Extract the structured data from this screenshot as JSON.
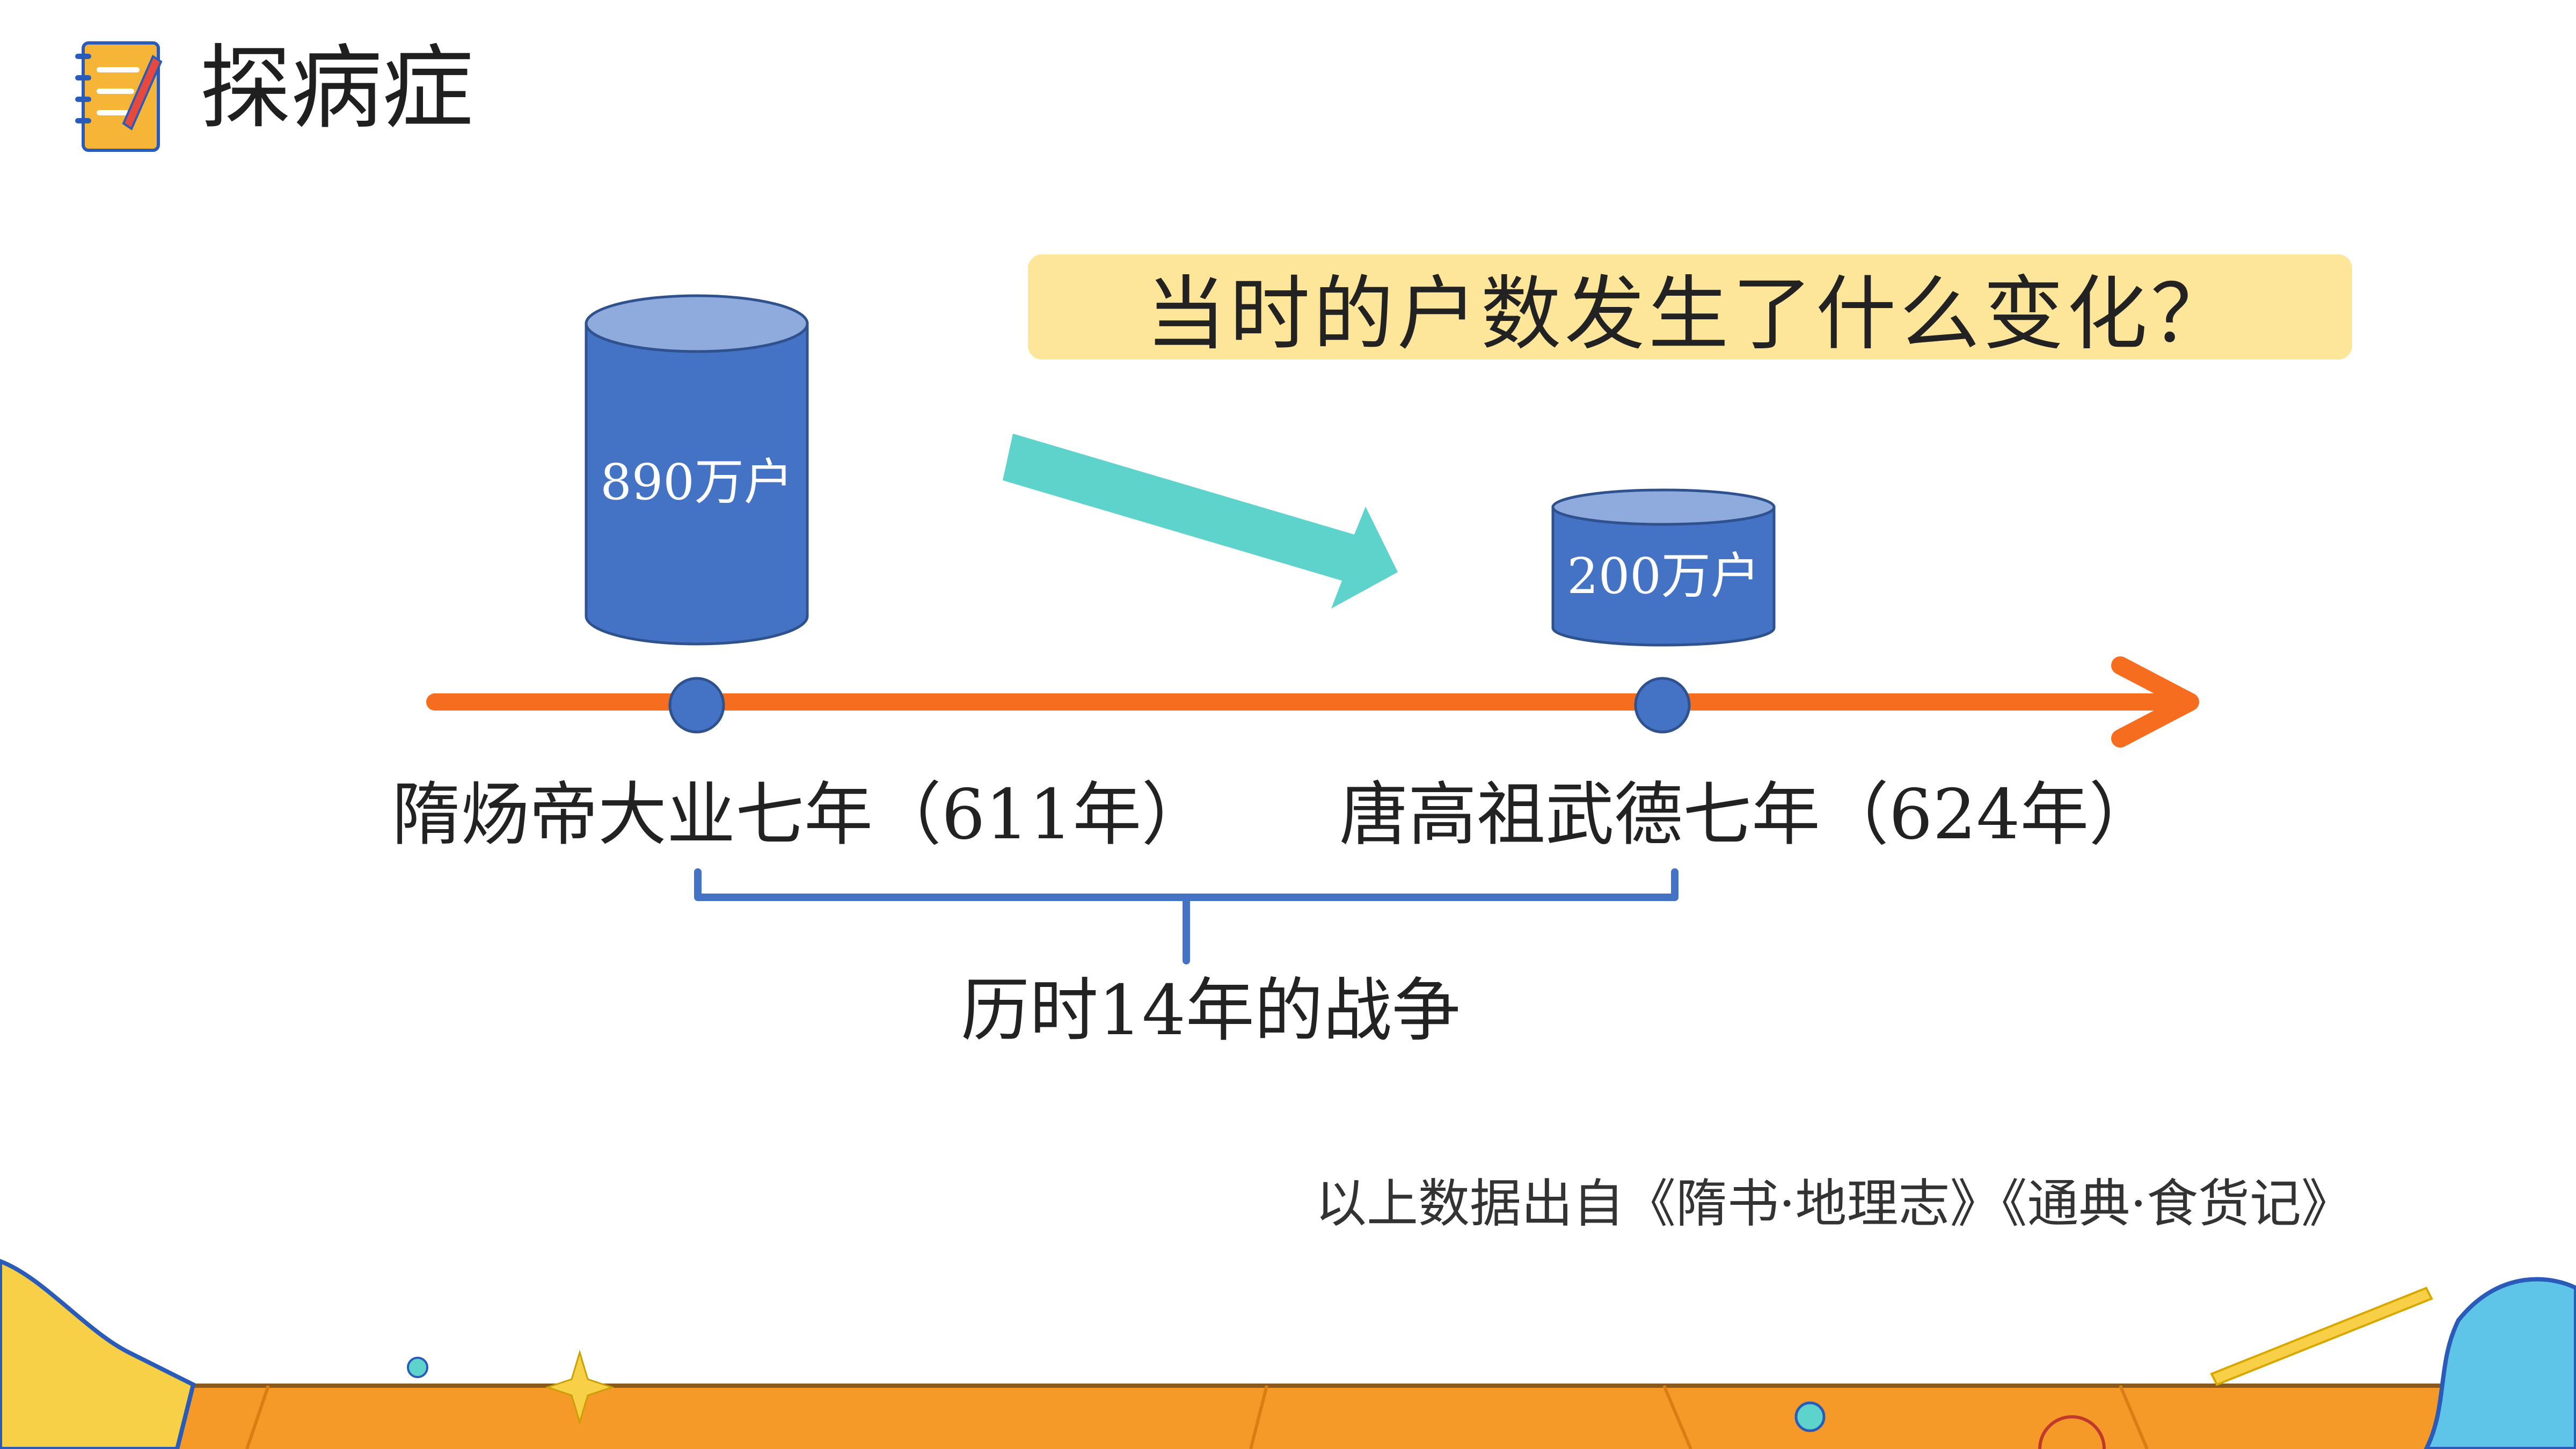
{
  "header": {
    "title": "探病症",
    "icon": "notebook-pencil-icon"
  },
  "question": "当时的户数发生了什么变化？",
  "data_points": [
    {
      "value_label": "890万户",
      "date_label": "隋炀帝大业七年（611年）"
    },
    {
      "value_label": "200万户",
      "date_label": "唐高祖武德七年（624年）"
    }
  ],
  "duration_label": "历时14年的战争",
  "source_note": "以上数据出自《隋书·地理志》《通典·食货记》",
  "colors": {
    "cylinder": "#4472c4",
    "cylinder_top": "#8faadc",
    "timeline": "#f66d1f",
    "arrow": "#5ed3cc",
    "bracket": "#4472c4",
    "question_bg": "#fde59a",
    "footer_orange": "#f59a28",
    "icon_yellow": "#f7b538"
  }
}
